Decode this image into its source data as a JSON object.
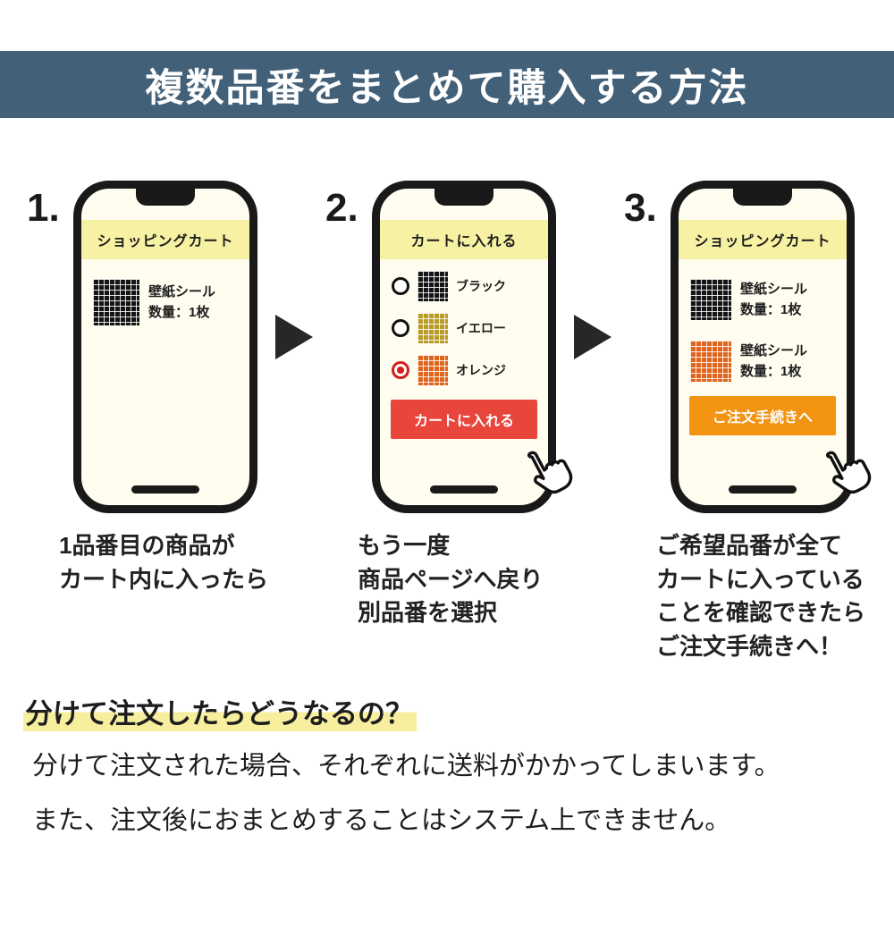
{
  "banner": {
    "title": "複数品番をまとめて購入する方法"
  },
  "colors": {
    "banner_bg": "#426078",
    "phone_header_bg": "#f7f1a3",
    "red_button": "#e8453c",
    "orange_button": "#f29312",
    "highlight": "#f7ef9e",
    "selected_radio": "#d41d1d"
  },
  "steps": [
    {
      "number": "1.",
      "header": "ショッピングカート",
      "items": [
        {
          "swatch": "black",
          "line1": "壁紙シール",
          "line2": "数量：1枚"
        }
      ],
      "caption": [
        "1品番目の商品が",
        "カート内に入ったら"
      ]
    },
    {
      "number": "2.",
      "header": "カートに入れる",
      "options": [
        {
          "swatch": "black",
          "label": "ブラック",
          "selected": false
        },
        {
          "swatch": "yellow",
          "label": "イエロー",
          "selected": false
        },
        {
          "swatch": "orange",
          "label": "オレンジ",
          "selected": true
        }
      ],
      "button": "カートに入れる",
      "caption": [
        "もう一度",
        "商品ページへ戻り",
        "別品番を選択"
      ]
    },
    {
      "number": "3.",
      "header": "ショッピングカート",
      "items": [
        {
          "swatch": "black",
          "line1": "壁紙シール",
          "line2": "数量：1枚"
        },
        {
          "swatch": "orange",
          "line1": "壁紙シール",
          "line2": "数量：1枚"
        }
      ],
      "button": "ご注文手続きへ",
      "caption": [
        "ご希望品番が全て",
        "カートに入っている",
        "ことを確認できたら",
        "ご注文手続きへ！"
      ]
    }
  ],
  "footer": {
    "heading": "分けて注文したらどうなるの？",
    "lines": [
      "分けて注文された場合、それぞれに送料がかかってしまいます。",
      "また、注文後におまとめすることはシステム上できません。"
    ]
  }
}
